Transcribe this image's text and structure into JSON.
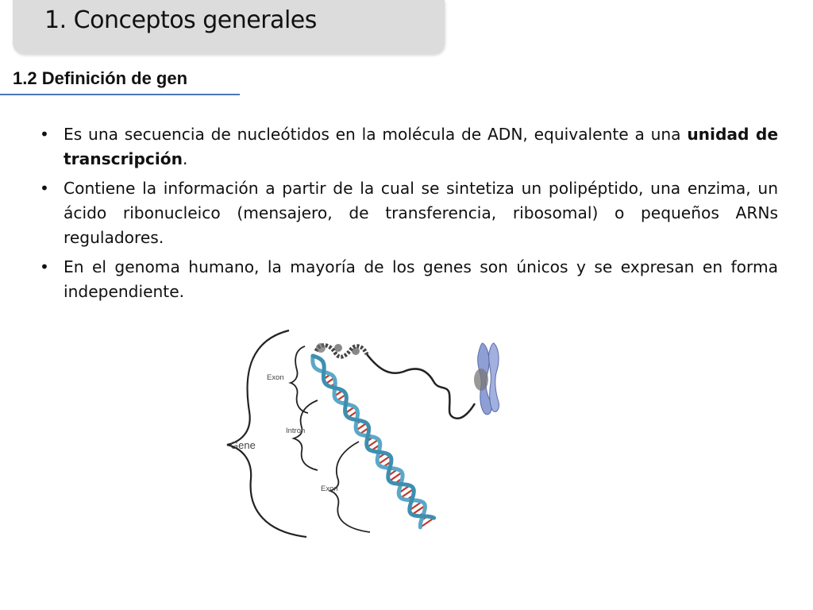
{
  "header": {
    "title": "1. Conceptos generales"
  },
  "section": {
    "subtitle": "1.2 Definición de gen"
  },
  "bullets": [
    {
      "parts": [
        "Es una secuencia de nucleótidos en la molécula de ADN, equivalente a una ",
        "unidad de transcripción",
        "."
      ]
    },
    {
      "text": "Contiene la información a partir de la cual se sintetiza un polipéptido, una enzima, un ácido ribonucleico (mensajero, de transferencia, ribosomal) o pequeños ARNs reguladores."
    },
    {
      "text": "En el genoma humano, la mayoría de los genes son únicos y se expresan en forma independiente."
    }
  ],
  "bullet_symbol": "•",
  "figure": {
    "labels": {
      "gene": "Gene",
      "exon_top": "Exon",
      "intron": "Intron",
      "exon_bottom": "Exon"
    },
    "colors": {
      "strand_blue": "#5aa8c8",
      "rungs_red": "#c0392b",
      "chromosome": "#8e9fd6",
      "brackets": "#222222"
    }
  }
}
